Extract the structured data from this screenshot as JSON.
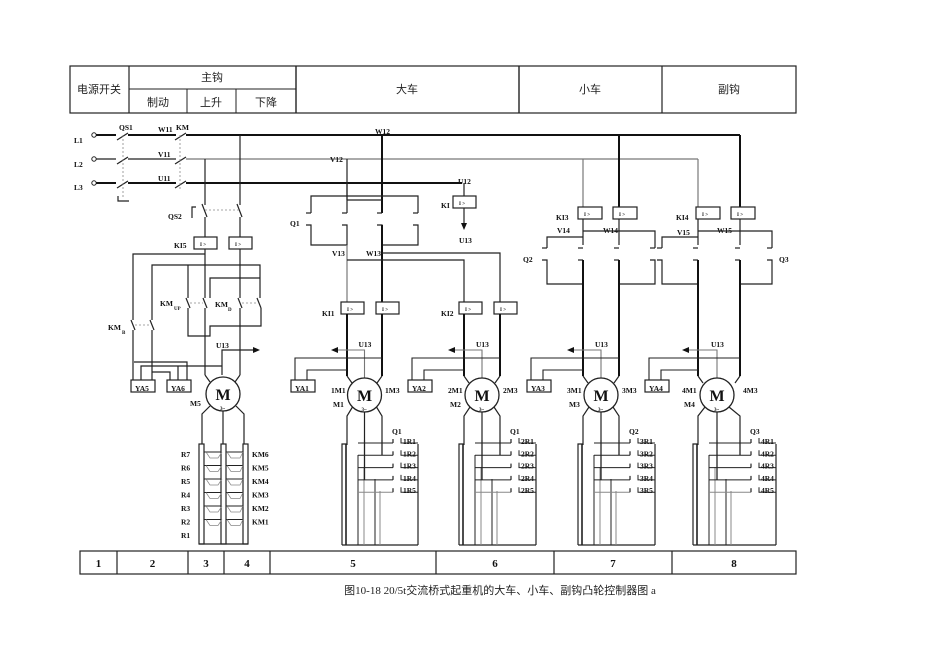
{
  "header_table": {
    "power_switch": "电源开关",
    "main_hook": "主钩",
    "main_hook_sub": [
      "制动",
      "上升",
      "下降"
    ],
    "bridge": "大车",
    "trolley": "小车",
    "aux_hook": "副钩"
  },
  "power_lines": [
    "L1",
    "L2",
    "L3"
  ],
  "labels": {
    "qs1": "QS1",
    "km": "KM",
    "w11": "W11",
    "v11": "V11",
    "u11": "U11",
    "w12": "W12",
    "v12": "V12",
    "u12": "U12",
    "qs2": "QS2",
    "ki5": "KI5",
    "ki": "KI",
    "u13": "U13",
    "km_up": "KM",
    "km_up_sub": "UP",
    "km_d": "KM",
    "km_d_sub": "D",
    "km_b": "KM",
    "km_b_sub": "B",
    "ya5": "YA5",
    "ya6": "YA6",
    "m5": "M5",
    "q1": "Q1",
    "v13": "V13",
    "w13": "W13",
    "ki1": "KI1",
    "ki2": "KI2",
    "ki3": "KI3",
    "ki4": "KI4",
    "q2": "Q2",
    "q3": "Q3",
    "v14": "V14",
    "w14": "W14",
    "v15": "V15",
    "w15": "W15",
    "relay_symbol": "I >",
    "motor_symbol": "M",
    "motor_phase": "3~"
  },
  "motors": [
    {
      "name": "M1",
      "left": "1M1",
      "right": "1M3",
      "brake": "YA1",
      "controller": "Q1",
      "resistors": [
        "1R1",
        "1R2",
        "1R3",
        "1R4",
        "1R5"
      ]
    },
    {
      "name": "M2",
      "left": "2M1",
      "right": "2M3",
      "brake": "YA2",
      "controller": "Q1",
      "resistors": [
        "2R1",
        "2R2",
        "2R3",
        "2R4",
        "2R5"
      ]
    },
    {
      "name": "M3",
      "left": "3M1",
      "right": "3M3",
      "brake": "YA3",
      "controller": "Q2",
      "resistors": [
        "3R1",
        "3R2",
        "3R3",
        "3R4",
        "3R5"
      ]
    },
    {
      "name": "M4",
      "left": "4M1",
      "right": "4M3",
      "brake": "YA4",
      "controller": "Q3",
      "resistors": [
        "4R1",
        "4R2",
        "4R3",
        "4R4",
        "4R5"
      ]
    }
  ],
  "main_hook_resistors": {
    "left": [
      "R7",
      "R6",
      "R5",
      "R4",
      "R3",
      "R2",
      "R1"
    ],
    "right": [
      "KM6",
      "KM5",
      "KM4",
      "KM3",
      "KM2",
      "KM1"
    ]
  },
  "zone_numbers": [
    "1",
    "2",
    "3",
    "4",
    "5",
    "6",
    "7",
    "8"
  ],
  "caption": "图10-18   20/5t交流桥式起重机的大车、小车、副钩凸轮控制器图 a"
}
